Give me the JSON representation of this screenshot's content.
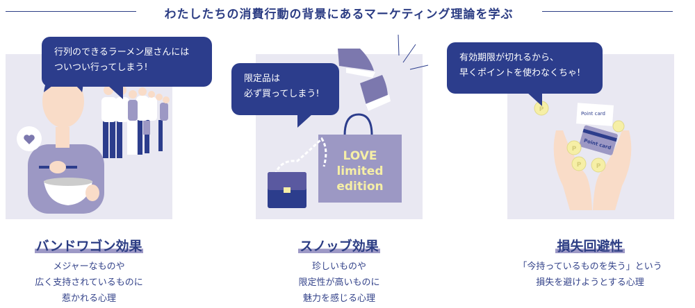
{
  "header": {
    "title": "わたしたちの消費行動の背景にあるマーケティング理論を学ぶ"
  },
  "cards": [
    {
      "bubble": [
        "行列のできるラーメン屋さんには",
        "ついつい行ってしまう!"
      ],
      "title": "バンドワゴン効果",
      "desc": [
        "メジャーなものや",
        "広く支持されているものに",
        "惹かれる心理"
      ]
    },
    {
      "bubble": [
        "限定品は",
        "必ず買ってしまう!"
      ],
      "title": "スノッブ効果",
      "desc": [
        "珍しいものや",
        "限定性が高いものに",
        "魅力を感じる心理"
      ],
      "bag_text": [
        "LOVE",
        "limited",
        "edition"
      ]
    },
    {
      "bubble": [
        "有効期限が切れるから、",
        "早くポイントを使わなくちゃ!"
      ],
      "title": "損失回避性",
      "desc": [
        "「今持っているものを失う」という",
        "損失を避けようとする心理"
      ],
      "card_label": "Point card",
      "coin_label": "P"
    }
  ],
  "colors": {
    "navy": "#2c3d8c",
    "lavender": "#9c98c4",
    "panel": "#e9e8f2",
    "yellow": "#f6efa6",
    "skin": "#f9dcc8"
  }
}
